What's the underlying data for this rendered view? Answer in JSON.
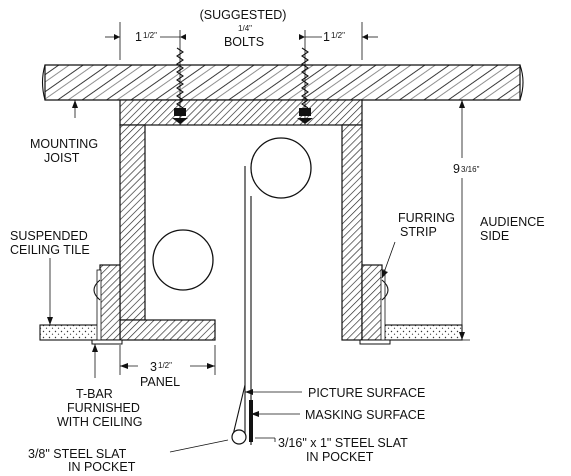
{
  "labels": {
    "suggested": "(SUGGESTED)",
    "bolts_frac": "1/4\"",
    "bolts": "BOLTS",
    "dim_left_whole": "1",
    "dim_left_frac": "1/2\"",
    "dim_right_whole": "1",
    "dim_right_frac": "1/2\"",
    "mounting": "MOUNTING",
    "joist": "JOIST",
    "height_whole": "9",
    "height_frac": "3/16\"",
    "furring": "FURRING",
    "strip": "STRIP",
    "audience": "AUDIENCE",
    "side": "SIDE",
    "suspended": "SUSPENDED",
    "ceiling_tile": "CEILING TILE",
    "panel_whole": "3",
    "panel_frac": "1/2\"",
    "panel": "PANEL",
    "tbar1": "T-BAR",
    "tbar2": "FURNISHED",
    "tbar3": "WITH CEILING",
    "picture_surface": "PICTURE SURFACE",
    "masking_surface": "MASKING SURFACE",
    "slat_left1": "3/8\" STEEL SLAT",
    "slat_left2": "IN POCKET",
    "slat_right1": "3/16\" x 1\" STEEL SLAT",
    "slat_right2": "IN POCKET"
  }
}
